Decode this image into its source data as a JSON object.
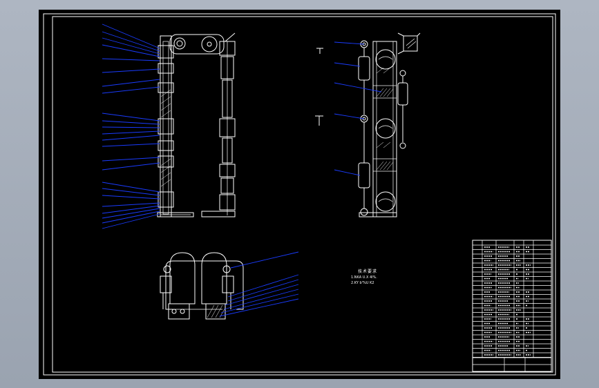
{
  "notes": {
    "title": "技术要求",
    "items": [
      "1.NKA   U.X   4l%.",
      "2.KY   b'%U   K2"
    ]
  },
  "colors": {
    "background": "#000000",
    "viewport": "#a8b0bc",
    "line": "#ffffff",
    "leader": "#1a3cff"
  }
}
